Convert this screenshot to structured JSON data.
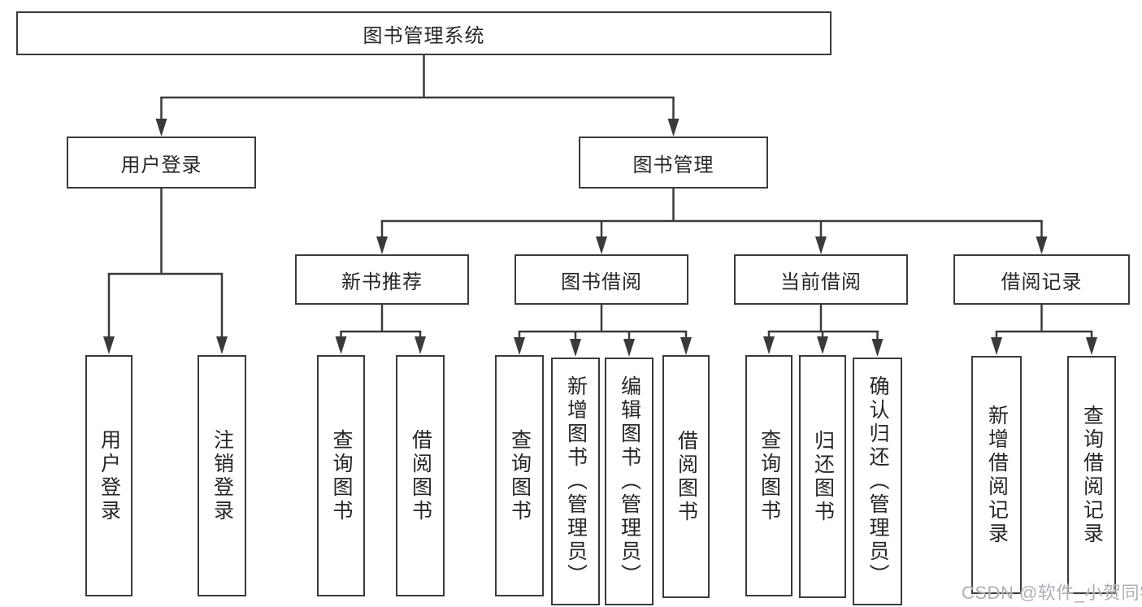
{
  "diagram": {
    "tree": {
      "root": "图书管理系统",
      "level2": [
        {
          "label": "用户登录",
          "children": [
            "用户登录",
            "注销登录"
          ]
        },
        {
          "label": "图书管理",
          "children": [
            {
              "label": "新书推荐",
              "children": [
                "查询图书",
                "借阅图书"
              ]
            },
            {
              "label": "图书借阅",
              "children": [
                "查询图书",
                "新增图书（管理员）",
                "编辑图书（管理员）",
                "借阅图书"
              ]
            },
            {
              "label": "当前借阅",
              "children": [
                "查询图书",
                "归还图书",
                "确认归还（管理员）"
              ]
            },
            {
              "label": "借阅记录",
              "children": [
                "新增借阅记录",
                "查询借阅记录"
              ]
            }
          ]
        }
      ]
    },
    "colors": {
      "line": "#3a3a3a",
      "box_border": "#3a3a3a",
      "background": "#ffffff",
      "watermark": "#a8acb1"
    }
  },
  "watermark": "CSDN @软件_小贺同学"
}
